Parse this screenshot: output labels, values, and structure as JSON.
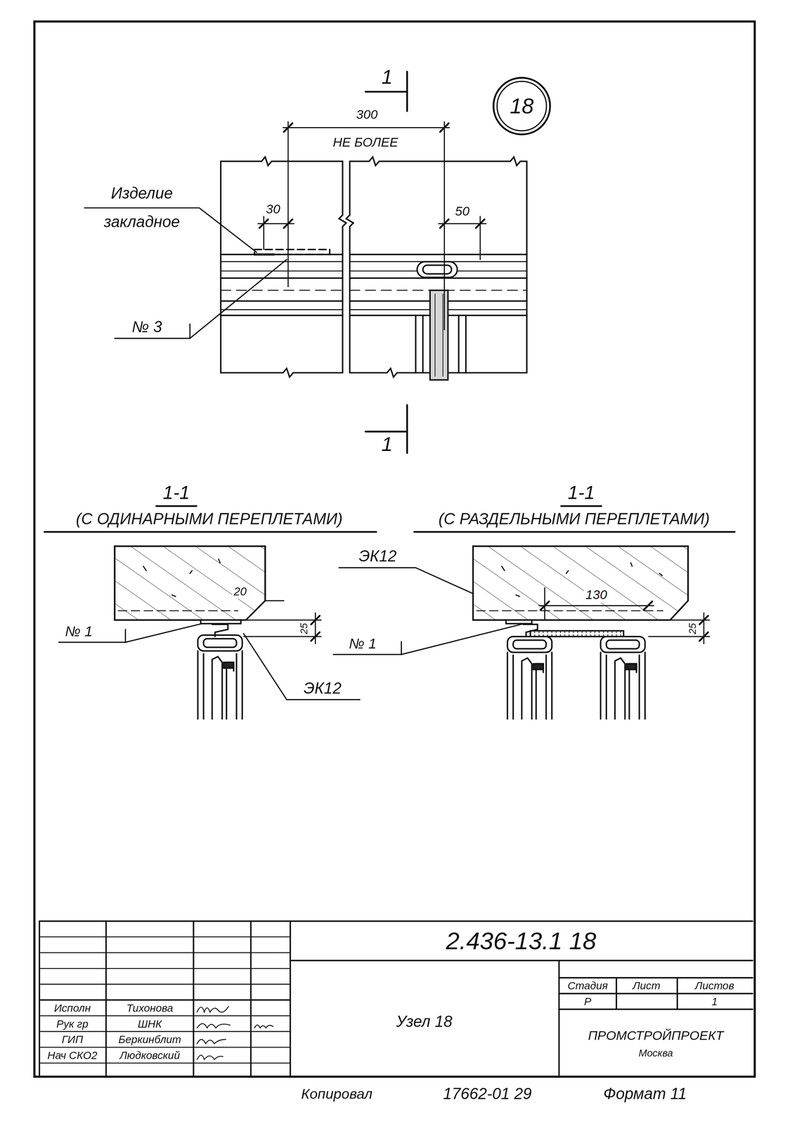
{
  "diagram": {
    "nodes": [
      {
        "text": [
          "18"
        ]
      }
    ],
    "labels": [
      "1",
      "300",
      "НЕ БОЛЕЕ",
      "Изделие закладное",
      "30",
      "50",
      "№ 3",
      "1",
      "1-1",
      "(С ОДИНАРНЫМИ ПЕРЕПЛЕТАМИ)",
      "1-1",
      "(С РАЗДЕЛЬНЫМИ ПЕРЕПЛЕТАМИ)",
      "20",
      "25",
      "№ 1",
      "ЭК12",
      "ЭК12",
      "130",
      "25",
      "№ 1",
      "2.436-13.1 18",
      "Стадия",
      "Лист",
      "Листов",
      "Р",
      "1",
      "Исполн",
      "Тихонова",
      "Рук гр",
      "ШНК",
      "ГИП",
      "Беркинблит",
      "Нач СКО2",
      "Людковский",
      "Узел 18",
      "ПРОМСТРОЙПРОЕКТ",
      "Москва",
      "Копировал",
      "17662-01 29",
      "Формат 11"
    ]
  }
}
